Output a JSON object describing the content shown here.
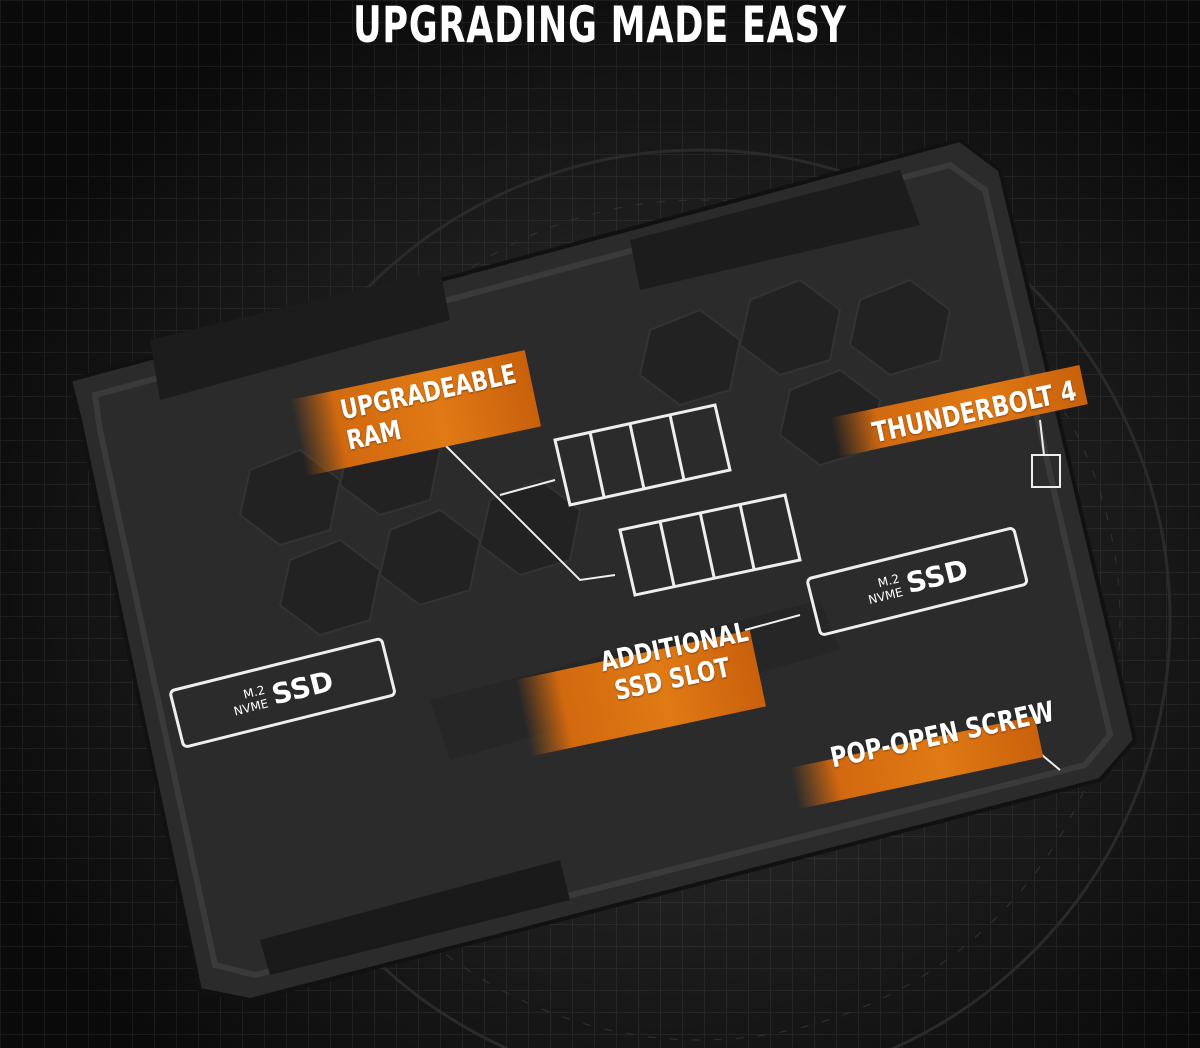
{
  "title": "UPGRADING MADE EASY",
  "callouts": {
    "ram": [
      "UPGRADEABLE",
      "RAM"
    ],
    "thunderbolt": "THUNDERBOLT 4",
    "ssd_slot": [
      "ADDITIONAL",
      "SSD SLOT"
    ],
    "screw": "POP-OPEN SCREW"
  },
  "ssd_cards": [
    {
      "small1": "M.2",
      "small2": "NVME",
      "big": "SSD"
    },
    {
      "small1": "M.2",
      "small2": "NVME",
      "big": "SSD"
    }
  ],
  "colors": {
    "accent": "#e07a14",
    "background": "#111111",
    "chassis": "#2b2b2b"
  }
}
